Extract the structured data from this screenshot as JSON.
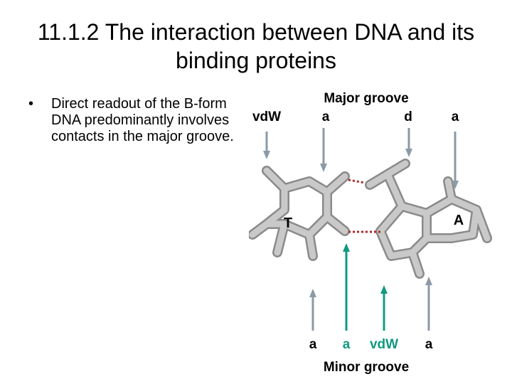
{
  "slide": {
    "title": "11.1.2 The interaction between DNA and its binding proteins",
    "bullets": [
      {
        "marker": "•",
        "text": "Direct readout of the B-form DNA predominantly involves contacts in the major groove."
      }
    ]
  },
  "diagram": {
    "major_groove_label": "Major groove",
    "minor_groove_label": "Minor groove",
    "base_left": "T",
    "base_right": "A",
    "major_labels": [
      "vdW",
      "a",
      "d",
      "a"
    ],
    "minor_labels": [
      "a",
      "a",
      "vdW",
      "a"
    ],
    "colors": {
      "bond_gray": "#c9c9c9",
      "bond_outline": "#8a8a8a",
      "arrow_gray": "#8c9aa6",
      "arrow_green": "#0f9a80",
      "hbond_red": "#b02a2a"
    }
  }
}
